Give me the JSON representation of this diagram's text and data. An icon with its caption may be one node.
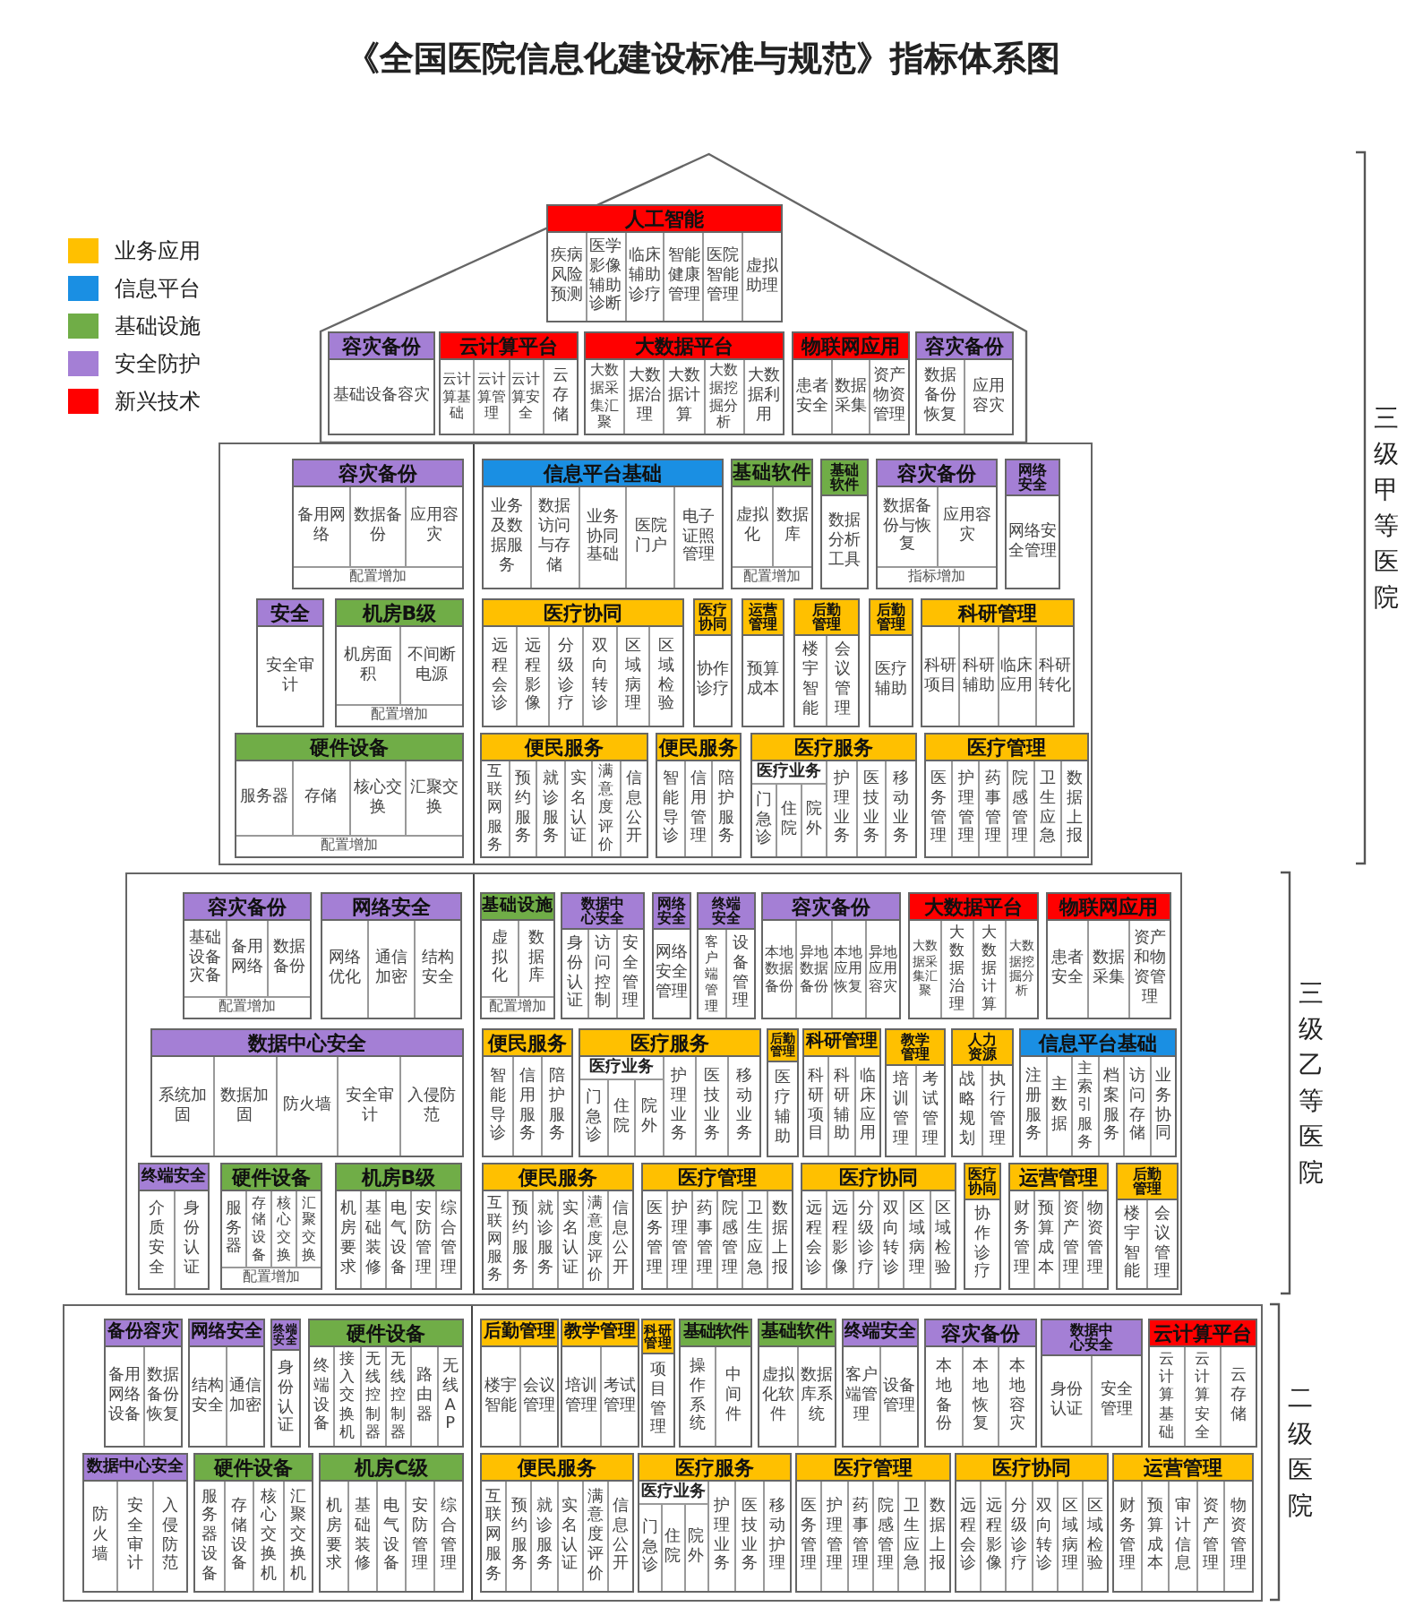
{
  "diagram": {
    "title": "《全国医院信息化建设标准与规范》指标体系图",
    "nodes": [
      {
        "text": [],
        "shape": "pentagon"
      },
      {
        "text": [
          "人工智能"
        ],
        "in": 0
      },
      {
        "text": [
          "疾病风险预测"
        ],
        "in": 1
      },
      {
        "text": [
          "医学影像辅助诊断"
        ],
        "in": 1
      },
      {
        "text": [
          "临床辅助诊疗"
        ],
        "in": 1
      },
      {
        "text": [
          "智能健康管理"
        ],
        "in": 1
      },
      {
        "text": [
          "医院智能管理"
        ],
        "in": 1
      },
      {
        "text": [
          "虚拟助理"
        ],
        "in": 1
      },
      {
        "text": [
          "容灾备份"
        ],
        "in": 0
      },
      {
        "text": [
          "基础设备容灾"
        ],
        "in": 8
      },
      {
        "text": [
          "云计算平台"
        ],
        "in": 0
      },
      {
        "text": [
          "云计算基础"
        ],
        "in": 10
      },
      {
        "text": [
          "云计算管理"
        ],
        "in": 10
      },
      {
        "text": [
          "云计算安全"
        ],
        "in": 10
      },
      {
        "text": [
          "云存储"
        ],
        "in": 10
      },
      {
        "text": [
          "大数据平台"
        ],
        "in": 0
      },
      {
        "text": [
          "大数据采集汇聚"
        ],
        "in": 15
      },
      {
        "text": [
          "大数据治理"
        ],
        "in": 15
      },
      {
        "text": [
          "大数据计算"
        ],
        "in": 15
      },
      {
        "text": [
          "大数据挖掘分析"
        ],
        "in": 15
      },
      {
        "text": [
          "大数据利用"
        ],
        "in": 15
      },
      {
        "text": [
          "物联网应用"
        ],
        "in": 0
      },
      {
        "text": [
          "患者安全"
        ],
        "in": 21
      },
      {
        "text": [
          "数据采集"
        ],
        "in": 21
      },
      {
        "text": [
          "资产物资管理"
        ],
        "in": 21
      },
      {
        "text": [
          "容灾备份"
        ],
        "in": 0
      },
      {
        "text": [
          "数据备份恢复"
        ],
        "in": 25
      },
      {
        "text": [
          "应用容灾"
        ],
        "in": 25
      },
      {
        "text": [],
        "shape": "box"
      },
      {
        "text": [
          "容灾备份",
          "配置增加"
        ],
        "in": 28
      },
      {
        "text": [
          "备用网络"
        ],
        "in": 29
      },
      {
        "text": [
          "数据备份"
        ],
        "in": 29
      },
      {
        "text": [
          "应用容灾"
        ],
        "in": 29
      },
      {
        "text": [
          "安全"
        ],
        "in": 28
      },
      {
        "text": [
          "安全审计"
        ],
        "in": 33
      },
      {
        "text": [
          "机房B级",
          "配置增加"
        ],
        "in": 28
      },
      {
        "text": [
          "机房面积"
        ],
        "in": 35
      },
      {
        "text": [
          "不间断电源"
        ],
        "in": 35
      },
      {
        "text": [
          "硬件设备",
          "配置增加"
        ],
        "in": 28
      },
      {
        "text": [
          "服务器"
        ],
        "in": 38
      },
      {
        "text": [
          "存储"
        ],
        "in": 38
      },
      {
        "text": [
          "核心交换"
        ],
        "in": 38
      },
      {
        "text": [
          "汇聚交换"
        ],
        "in": 38
      },
      {
        "text": [
          "信息平台基础"
        ],
        "in": 28
      },
      {
        "text": [
          "业务及数据服务"
        ],
        "in": 43
      },
      {
        "text": [
          "数据访问与存储"
        ],
        "in": 43
      },
      {
        "text": [
          "业务协同基础"
        ],
        "in": 43
      },
      {
        "text": [
          "医院门户"
        ],
        "in": 43
      },
      {
        "text": [
          "电子证照管理"
        ],
        "in": 43
      },
      {
        "text": [
          "基础软件",
          "配置增加"
        ],
        "in": 28
      },
      {
        "text": [
          "虚拟化"
        ],
        "in": 49
      },
      {
        "text": [
          "数据库"
        ],
        "in": 49
      },
      {
        "text": [
          "基础软件"
        ],
        "in": 28
      },
      {
        "text": [
          "数据分析工具"
        ],
        "in": 52
      },
      {
        "text": [
          "容灾备份",
          "指标增加"
        ],
        "in": 28
      },
      {
        "text": [
          "数据备份与恢复"
        ],
        "in": 54
      },
      {
        "text": [
          "应用容灾"
        ],
        "in": 54
      },
      {
        "text": [
          "网络安全"
        ],
        "in": 28
      },
      {
        "text": [
          "网络安全管理"
        ],
        "in": 57
      },
      {
        "text": [
          "医疗协同"
        ],
        "in": 28
      },
      {
        "text": [
          "远程会诊"
        ],
        "in": 59
      },
      {
        "text": [
          "远程影像"
        ],
        "in": 59
      },
      {
        "text": [
          "分级诊疗"
        ],
        "in": 59
      },
      {
        "text": [
          "双向转诊"
        ],
        "in": 59
      },
      {
        "text": [
          "区域病理"
        ],
        "in": 59
      },
      {
        "text": [
          "区域检验"
        ],
        "in": 59
      },
      {
        "text": [
          "医疗协同"
        ],
        "in": 28
      },
      {
        "text": [
          "协作诊疗"
        ],
        "in": 66
      },
      {
        "text": [
          "运营管理"
        ],
        "in": 28
      },
      {
        "text": [
          "预算成本"
        ],
        "in": 68
      },
      {
        "text": [
          "后勤管理"
        ],
        "in": 28
      },
      {
        "text": [
          "楼宇智能"
        ],
        "in": 70
      },
      {
        "text": [
          "会议管理"
        ],
        "in": 70
      },
      {
        "text": [
          "后勤管理"
        ],
        "in": 28
      },
      {
        "text": [
          "医疗辅助"
        ],
        "in": 73
      },
      {
        "text": [
          "科研管理"
        ],
        "in": 28
      },
      {
        "text": [
          "科研项目"
        ],
        "in": 75
      },
      {
        "text": [
          "科研辅助"
        ],
        "in": 75
      },
      {
        "text": [
          "临床应用"
        ],
        "in": 75
      },
      {
        "text": [
          "科研转化"
        ],
        "in": 75
      },
      {
        "text": [
          "便民服务"
        ],
        "in": 28
      },
      {
        "text": [
          "互联网服务"
        ],
        "in": 80
      },
      {
        "text": [
          "预约服务"
        ],
        "in": 80
      },
      {
        "text": [
          "就诊服务"
        ],
        "in": 80
      },
      {
        "text": [
          "实名认证"
        ],
        "in": 80
      },
      {
        "text": [
          "满意度评价"
        ],
        "in": 80
      },
      {
        "text": [
          "信息公开"
        ],
        "in": 80
      },
      {
        "text": [
          "便民服务"
        ],
        "in": 28
      },
      {
        "text": [
          "智能导诊"
        ],
        "in": 87
      },
      {
        "text": [
          "信用管理"
        ],
        "in": 87
      },
      {
        "text": [
          "陪护服务"
        ],
        "in": 87
      },
      {
        "text": [
          "医疗服务"
        ],
        "in": 28
      },
      {
        "text": [
          "医疗业务"
        ],
        "in": 91
      },
      {
        "text": [
          "门急诊"
        ],
        "in": 92
      },
      {
        "text": [
          "住院"
        ],
        "in": 92
      },
      {
        "text": [
          "院外"
        ],
        "in": 92
      },
      {
        "text": [
          "护理业务"
        ],
        "in": 91
      },
      {
        "text": [
          "医技业务"
        ],
        "in": 91
      },
      {
        "text": [
          "移动业务"
        ],
        "in": 91
      },
      {
        "text": [
          "医疗管理"
        ],
        "in": 28
      },
      {
        "text": [
          "医务管理"
        ],
        "in": 99
      },
      {
        "text": [
          "护理管理"
        ],
        "in": 99
      },
      {
        "text": [
          "药事管理"
        ],
        "in": 99
      },
      {
        "text": [
          "院感管理"
        ],
        "in": 99
      },
      {
        "text": [
          "卫生应急"
        ],
        "in": 99
      },
      {
        "text": [
          "数据上报"
        ],
        "in": 99
      },
      {
        "text": [],
        "shape": "box"
      },
      {
        "text": [
          "容灾备份",
          "配置增加"
        ],
        "in": 106
      },
      {
        "text": [
          "基础设备灾备"
        ],
        "in": 107
      },
      {
        "text": [
          "备用网络"
        ],
        "in": 107
      },
      {
        "text": [
          "数据备份"
        ],
        "in": 107
      },
      {
        "text": [
          "网络安全"
        ],
        "in": 106
      },
      {
        "text": [
          "网络优化"
        ],
        "in": 111
      },
      {
        "text": [
          "通信加密"
        ],
        "in": 111
      },
      {
        "text": [
          "结构安全"
        ],
        "in": 111
      },
      {
        "text": [
          "数据中心安全"
        ],
        "in": 106
      },
      {
        "text": [
          "系统加固"
        ],
        "in": 115
      },
      {
        "text": [
          "数据加固"
        ],
        "in": 115
      },
      {
        "text": [
          "防火墙"
        ],
        "in": 115
      },
      {
        "text": [
          "安全审计"
        ],
        "in": 115
      },
      {
        "text": [
          "入侵防范"
        ],
        "in": 115
      },
      {
        "text": [
          "终端安全"
        ],
        "in": 106
      },
      {
        "text": [
          "介质安全"
        ],
        "in": 121
      },
      {
        "text": [
          "身份认证"
        ],
        "in": 121
      },
      {
        "text": [
          "硬件设备",
          "配置增加"
        ],
        "in": 106
      },
      {
        "text": [
          "服务器"
        ],
        "in": 124
      },
      {
        "text": [
          "存储设备"
        ],
        "in": 124
      },
      {
        "text": [
          "核心交换"
        ],
        "in": 124
      },
      {
        "text": [
          "汇聚交换"
        ],
        "in": 124
      },
      {
        "text": [
          "机房B级"
        ],
        "in": 106
      },
      {
        "text": [
          "机房要求"
        ],
        "in": 129
      },
      {
        "text": [
          "基础装修"
        ],
        "in": 129
      },
      {
        "text": [
          "电气设备"
        ],
        "in": 129
      },
      {
        "text": [
          "安防管理"
        ],
        "in": 129
      },
      {
        "text": [
          "综合管理"
        ],
        "in": 129
      },
      {
        "text": [
          "基础设施",
          "配置增加"
        ],
        "in": 106
      },
      {
        "text": [
          "虚拟化"
        ],
        "in": 135
      },
      {
        "text": [
          "数据库"
        ],
        "in": 135
      },
      {
        "text": [
          "数据中心安全"
        ],
        "in": 106
      },
      {
        "text": [
          "身份认证"
        ],
        "in": 138
      },
      {
        "text": [
          "访问控制"
        ],
        "in": 138
      },
      {
        "text": [
          "安全管理"
        ],
        "in": 138
      },
      {
        "text": [
          "网络安全"
        ],
        "in": 106
      },
      {
        "text": [
          "网络安全管理"
        ],
        "in": 142
      },
      {
        "text": [
          "终端安全"
        ],
        "in": 106
      },
      {
        "text": [
          "客户端管理"
        ],
        "in": 144
      },
      {
        "text": [
          "设备管理"
        ],
        "in": 144
      },
      {
        "text": [
          "容灾备份"
        ],
        "in": 106
      },
      {
        "text": [
          "本地数据备份"
        ],
        "in": 147
      },
      {
        "text": [
          "异地数据备份"
        ],
        "in": 147
      },
      {
        "text": [
          "本地应用恢复"
        ],
        "in": 147
      },
      {
        "text": [
          "异地应用容灾"
        ],
        "in": 147
      },
      {
        "text": [
          "大数据平台"
        ],
        "in": 106
      },
      {
        "text": [
          "大数据采集汇聚"
        ],
        "in": 152
      },
      {
        "text": [
          "大数据治理"
        ],
        "in": 152
      },
      {
        "text": [
          "大数据计算"
        ],
        "in": 152
      },
      {
        "text": [
          "大数据挖掘分析"
        ],
        "in": 152
      },
      {
        "text": [
          "物联网应用"
        ],
        "in": 106
      },
      {
        "text": [
          "患者安全"
        ],
        "in": 157
      },
      {
        "text": [
          "数据采集"
        ],
        "in": 157
      },
      {
        "text": [
          "资产和物资管理"
        ],
        "in": 157
      },
      {
        "text": [
          "便民服务"
        ],
        "in": 106
      },
      {
        "text": [
          "智能导诊"
        ],
        "in": 161
      },
      {
        "text": [
          "信用服务"
        ],
        "in": 161
      },
      {
        "text": [
          "陪护服务"
        ],
        "in": 161
      },
      {
        "text": [
          "医疗服务"
        ],
        "in": 106
      },
      {
        "text": [
          "医疗业务"
        ],
        "in": 165
      },
      {
        "text": [
          "门急诊"
        ],
        "in": 166
      },
      {
        "text": [
          "住院"
        ],
        "in": 166
      },
      {
        "text": [
          "院外"
        ],
        "in": 166
      },
      {
        "text": [
          "护理业务"
        ],
        "in": 165
      },
      {
        "text": [
          "医技业务"
        ],
        "in": 165
      },
      {
        "text": [
          "移动业务"
        ],
        "in": 165
      },
      {
        "text": [
          "后勤管理"
        ],
        "in": 106
      },
      {
        "text": [
          "医疗辅助"
        ],
        "in": 173
      },
      {
        "text": [
          "科研管理"
        ],
        "in": 106
      },
      {
        "text": [
          "科研项目"
        ],
        "in": 175
      },
      {
        "text": [
          "科研辅助"
        ],
        "in": 175
      },
      {
        "text": [
          "临床应用"
        ],
        "in": 175
      },
      {
        "text": [
          "教学管理"
        ],
        "in": 106
      },
      {
        "text": [
          "培训管理"
        ],
        "in": 179
      },
      {
        "text": [
          "考试管理"
        ],
        "in": 179
      },
      {
        "text": [
          "人力资源"
        ],
        "in": 106
      },
      {
        "text": [
          "战略规划"
        ],
        "in": 182
      },
      {
        "text": [
          "执行管理"
        ],
        "in": 182
      },
      {
        "text": [
          "信息平台基础"
        ],
        "in": 106
      },
      {
        "text": [
          "注册服务"
        ],
        "in": 185
      },
      {
        "text": [
          "主数据"
        ],
        "in": 185
      },
      {
        "text": [
          "主索引服务"
        ],
        "in": 185
      },
      {
        "text": [
          "档案服务"
        ],
        "in": 185
      },
      {
        "text": [
          "访问存储"
        ],
        "in": 185
      },
      {
        "text": [
          "业务协同"
        ],
        "in": 185
      },
      {
        "text": [
          "便民服务"
        ],
        "in": 106
      },
      {
        "text": [
          "互联网服务"
        ],
        "in": 192
      },
      {
        "text": [
          "预约服务"
        ],
        "in": 192
      },
      {
        "text": [
          "就诊服务"
        ],
        "in": 192
      },
      {
        "text": [
          "实名认证"
        ],
        "in": 192
      },
      {
        "text": [
          "满意度评价"
        ],
        "in": 192
      },
      {
        "text": [
          "信息公开"
        ],
        "in": 192
      },
      {
        "text": [
          "医疗管理"
        ],
        "in": 106
      },
      {
        "text": [
          "医务管理"
        ],
        "in": 199
      },
      {
        "text": [
          "护理管理"
        ],
        "in": 199
      },
      {
        "text": [
          "药事管理"
        ],
        "in": 199
      },
      {
        "text": [
          "院感管理"
        ],
        "in": 199
      },
      {
        "text": [
          "卫生应急"
        ],
        "in": 199
      },
      {
        "text": [
          "数据上报"
        ],
        "in": 199
      },
      {
        "text": [
          "医疗协同"
        ],
        "in": 106
      },
      {
        "text": [
          "远程会诊"
        ],
        "in": 206
      },
      {
        "text": [
          "远程影像"
        ],
        "in": 206
      },
      {
        "text": [
          "分级诊疗"
        ],
        "in": 206
      },
      {
        "text": [
          "双向转诊"
        ],
        "in": 206
      },
      {
        "text": [
          "区域病理"
        ],
        "in": 206
      },
      {
        "text": [
          "区域检验"
        ],
        "in": 206
      },
      {
        "text": [
          "医疗协同"
        ],
        "in": 106
      },
      {
        "text": [
          "协作诊疗"
        ],
        "in": 213
      },
      {
        "text": [
          "运营管理"
        ],
        "in": 106
      },
      {
        "text": [
          "财务管理"
        ],
        "in": 215
      },
      {
        "text": [
          "预算成本"
        ],
        "in": 215
      },
      {
        "text": [
          "资产管理"
        ],
        "in": 215
      },
      {
        "text": [
          "物资管理"
        ],
        "in": 215
      },
      {
        "text": [
          "后勤管理"
        ],
        "in": 106
      },
      {
        "text": [
          "楼宇智能"
        ],
        "in": 220
      },
      {
        "text": [
          "会议管理"
        ],
        "in": 220
      },
      {
        "text": [],
        "shape": "box"
      },
      {
        "text": [
          "备份容灾"
        ],
        "in": 223
      },
      {
        "text": [
          "备用网络设备"
        ],
        "in": 224
      },
      {
        "text": [
          "数据备份恢复"
        ],
        "in": 224
      },
      {
        "text": [
          "网络安全"
        ],
        "in": 223
      },
      {
        "text": [
          "结构安全"
        ],
        "in": 227
      },
      {
        "text": [
          "通信加密"
        ],
        "in": 227
      },
      {
        "text": [
          "终端安全"
        ],
        "in": 223
      },
      {
        "text": [
          "身份认证"
        ],
        "in": 230
      },
      {
        "text": [
          "硬件设备"
        ],
        "in": 223
      },
      {
        "text": [
          "终端设备"
        ],
        "in": 232
      },
      {
        "text": [
          "接入交换机"
        ],
        "in": 232
      },
      {
        "text": [
          "无线控制器"
        ],
        "in": 232
      },
      {
        "text": [
          "无线控制器"
        ],
        "in": 232
      },
      {
        "text": [
          "路由器"
        ],
        "in": 232
      },
      {
        "text": [
          "无线AP"
        ],
        "in": 232
      },
      {
        "text": [
          "数据中心安全"
        ],
        "in": 223
      },
      {
        "text": [
          "防火墙"
        ],
        "in": 239
      },
      {
        "text": [
          "安全审计"
        ],
        "in": 239
      },
      {
        "text": [
          "入侵防范"
        ],
        "in": 239
      },
      {
        "text": [
          "硬件设备"
        ],
        "in": 223
      },
      {
        "text": [
          "服务器设备"
        ],
        "in": 243
      },
      {
        "text": [
          "存储设备"
        ],
        "in": 243
      },
      {
        "text": [
          "核心交换机"
        ],
        "in": 243
      },
      {
        "text": [
          "汇聚交换机"
        ],
        "in": 243
      },
      {
        "text": [
          "机房C级"
        ],
        "in": 223
      },
      {
        "text": [
          "机房要求"
        ],
        "in": 248
      },
      {
        "text": [
          "基础装修"
        ],
        "in": 248
      },
      {
        "text": [
          "电气设备"
        ],
        "in": 248
      },
      {
        "text": [
          "安防管理"
        ],
        "in": 248
      },
      {
        "text": [
          "综合管理"
        ],
        "in": 248
      },
      {
        "text": [
          "后勤管理"
        ],
        "in": 223
      },
      {
        "text": [
          "楼宇智能"
        ],
        "in": 254
      },
      {
        "text": [
          "会议管理"
        ],
        "in": 254
      },
      {
        "text": [
          "教学管理"
        ],
        "in": 223
      },
      {
        "text": [
          "培训管理"
        ],
        "in": 257
      },
      {
        "text": [
          "考试管理"
        ],
        "in": 257
      },
      {
        "text": [
          "科研管理"
        ],
        "in": 223
      },
      {
        "text": [
          "项目管理"
        ],
        "in": 260
      },
      {
        "text": [
          "基础软件"
        ],
        "in": 223
      },
      {
        "text": [
          "操作系统"
        ],
        "in": 262
      },
      {
        "text": [
          "中间件"
        ],
        "in": 262
      },
      {
        "text": [
          "基础软件"
        ],
        "in": 223
      },
      {
        "text": [
          "虚拟化软件"
        ],
        "in": 265
      },
      {
        "text": [
          "数据库系统"
        ],
        "in": 265
      },
      {
        "text": [
          "终端安全"
        ],
        "in": 223
      },
      {
        "text": [
          "客户端管理"
        ],
        "in": 268
      },
      {
        "text": [
          "设备管理"
        ],
        "in": 268
      },
      {
        "text": [
          "容灾备份"
        ],
        "in": 223
      },
      {
        "text": [
          "本地备份"
        ],
        "in": 271
      },
      {
        "text": [
          "本地恢复"
        ],
        "in": 271
      },
      {
        "text": [
          "本地容灾"
        ],
        "in": 271
      },
      {
        "text": [
          "数据中心安全"
        ],
        "in": 223
      },
      {
        "text": [
          "身份认证"
        ],
        "in": 275
      },
      {
        "text": [
          "安全管理"
        ],
        "in": 275
      },
      {
        "text": [
          "云计算平台"
        ],
        "in": 223
      },
      {
        "text": [
          "云计算基础"
        ],
        "in": 278
      },
      {
        "text": [
          "云计算安全"
        ],
        "in": 278
      },
      {
        "text": [
          "云存储"
        ],
        "in": 278
      },
      {
        "text": [
          "便民服务"
        ],
        "in": 223
      },
      {
        "text": [
          "互联网服务"
        ],
        "in": 282
      },
      {
        "text": [
          "预约服务"
        ],
        "in": 282
      },
      {
        "text": [
          "就诊服务"
        ],
        "in": 282
      },
      {
        "text": [
          "实名认证"
        ],
        "in": 282
      },
      {
        "text": [
          "满意度评价"
        ],
        "in": 282
      },
      {
        "text": [
          "信息公开"
        ],
        "in": 282
      },
      {
        "text": [
          "医疗服务"
        ],
        "in": 223
      },
      {
        "text": [
          "医疗业务"
        ],
        "in": 289
      },
      {
        "text": [
          "门急诊"
        ],
        "in": 290
      },
      {
        "text": [
          "住院"
        ],
        "in": 290
      },
      {
        "text": [
          "院外"
        ],
        "in": 290
      },
      {
        "text": [
          "护理业务"
        ],
        "in": 289
      },
      {
        "text": [
          "医技业务"
        ],
        "in": 289
      },
      {
        "text": [
          "移动护理"
        ],
        "in": 289
      },
      {
        "text": [
          "医疗管理"
        ],
        "in": 223
      },
      {
        "text": [
          "医务管理"
        ],
        "in": 297
      },
      {
        "text": [
          "护理管理"
        ],
        "in": 297
      },
      {
        "text": [
          "药事管理"
        ],
        "in": 297
      },
      {
        "text": [
          "院感管理"
        ],
        "in": 297
      },
      {
        "text": [
          "卫生应急"
        ],
        "in": 297
      },
      {
        "text": [
          "数据上报"
        ],
        "in": 297
      },
      {
        "text": [
          "医疗协同"
        ],
        "in": 223
      },
      {
        "text": [
          "远程会诊"
        ],
        "in": 304
      },
      {
        "text": [
          "远程影像"
        ],
        "in": 304
      },
      {
        "text": [
          "分级诊疗"
        ],
        "in": 304
      },
      {
        "text": [
          "双向转诊"
        ],
        "in": 304
      },
      {
        "text": [
          "区域病理"
        ],
        "in": 304
      },
      {
        "text": [
          "区域检验"
        ],
        "in": 304
      },
      {
        "text": [
          "运营管理"
        ],
        "in": 223
      },
      {
        "text": [
          "财务管理"
        ],
        "in": 311
      },
      {
        "text": [
          "预算成本"
        ],
        "in": 311
      },
      {
        "text": [
          "审计信息"
        ],
        "in": 311
      },
      {
        "text": [
          "资产管理"
        ],
        "in": 311
      },
      {
        "text": [
          "物资管理"
        ],
        "in": 311
      }
    ],
    "labels": [
      "三级甲等医院",
      "三级乙等医院",
      "二级医院"
    ],
    "legend": [
      {
        "text": "业务应用",
        "color": "#ffc000"
      },
      {
        "text": "信息平台",
        "color": "#1a8fe3"
      },
      {
        "text": "基础设施",
        "color": "#70ad47"
      },
      {
        "text": "安全防护",
        "color": "#a47fd5"
      },
      {
        "text": "新兴技术",
        "color": "#ff0000"
      }
    ]
  }
}
